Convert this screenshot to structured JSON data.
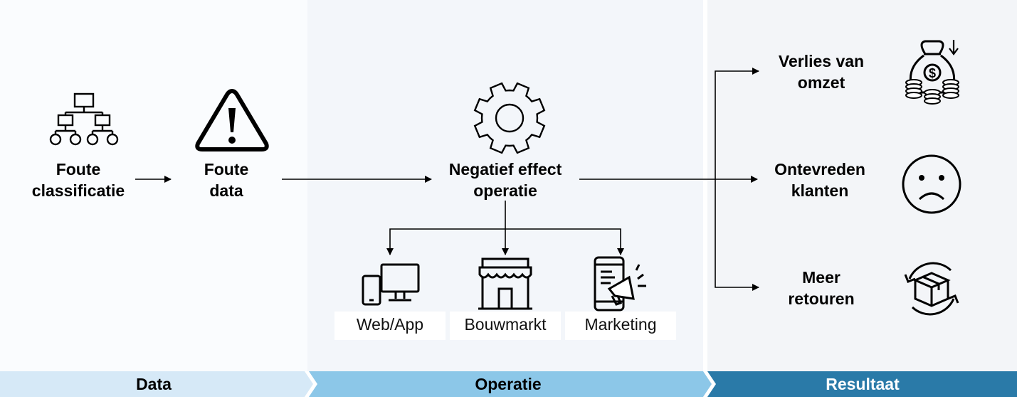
{
  "sections": {
    "data": "Data",
    "operatie": "Operatie",
    "resultaat": "Resultaat"
  },
  "nodes": {
    "foute_classificatie": [
      "Foute",
      "classificatie"
    ],
    "foute_data": [
      "Foute",
      "data"
    ],
    "negatief_effect": [
      "Negatief effect",
      "operatie"
    ]
  },
  "channels": {
    "web_app": "Web/App",
    "bouwmarkt": "Bouwmarkt",
    "marketing": "Marketing"
  },
  "results": {
    "verlies": [
      "Verlies van",
      "omzet"
    ],
    "ontevreden": [
      "Ontevreden",
      "klanten"
    ],
    "retouren": [
      "Meer",
      "retouren"
    ]
  },
  "colors": {
    "band_data": "#d6e9f7",
    "band_operatie": "#8cc7e8",
    "band_resultaat": "#2a7aa8",
    "ink": "#000000"
  },
  "icons": [
    "hierarchy-icon",
    "warning-icon",
    "gear-icon",
    "devices-icon",
    "store-icon",
    "mobile-marketing-icon",
    "money-bag-icon",
    "sad-face-icon",
    "return-box-icon"
  ]
}
